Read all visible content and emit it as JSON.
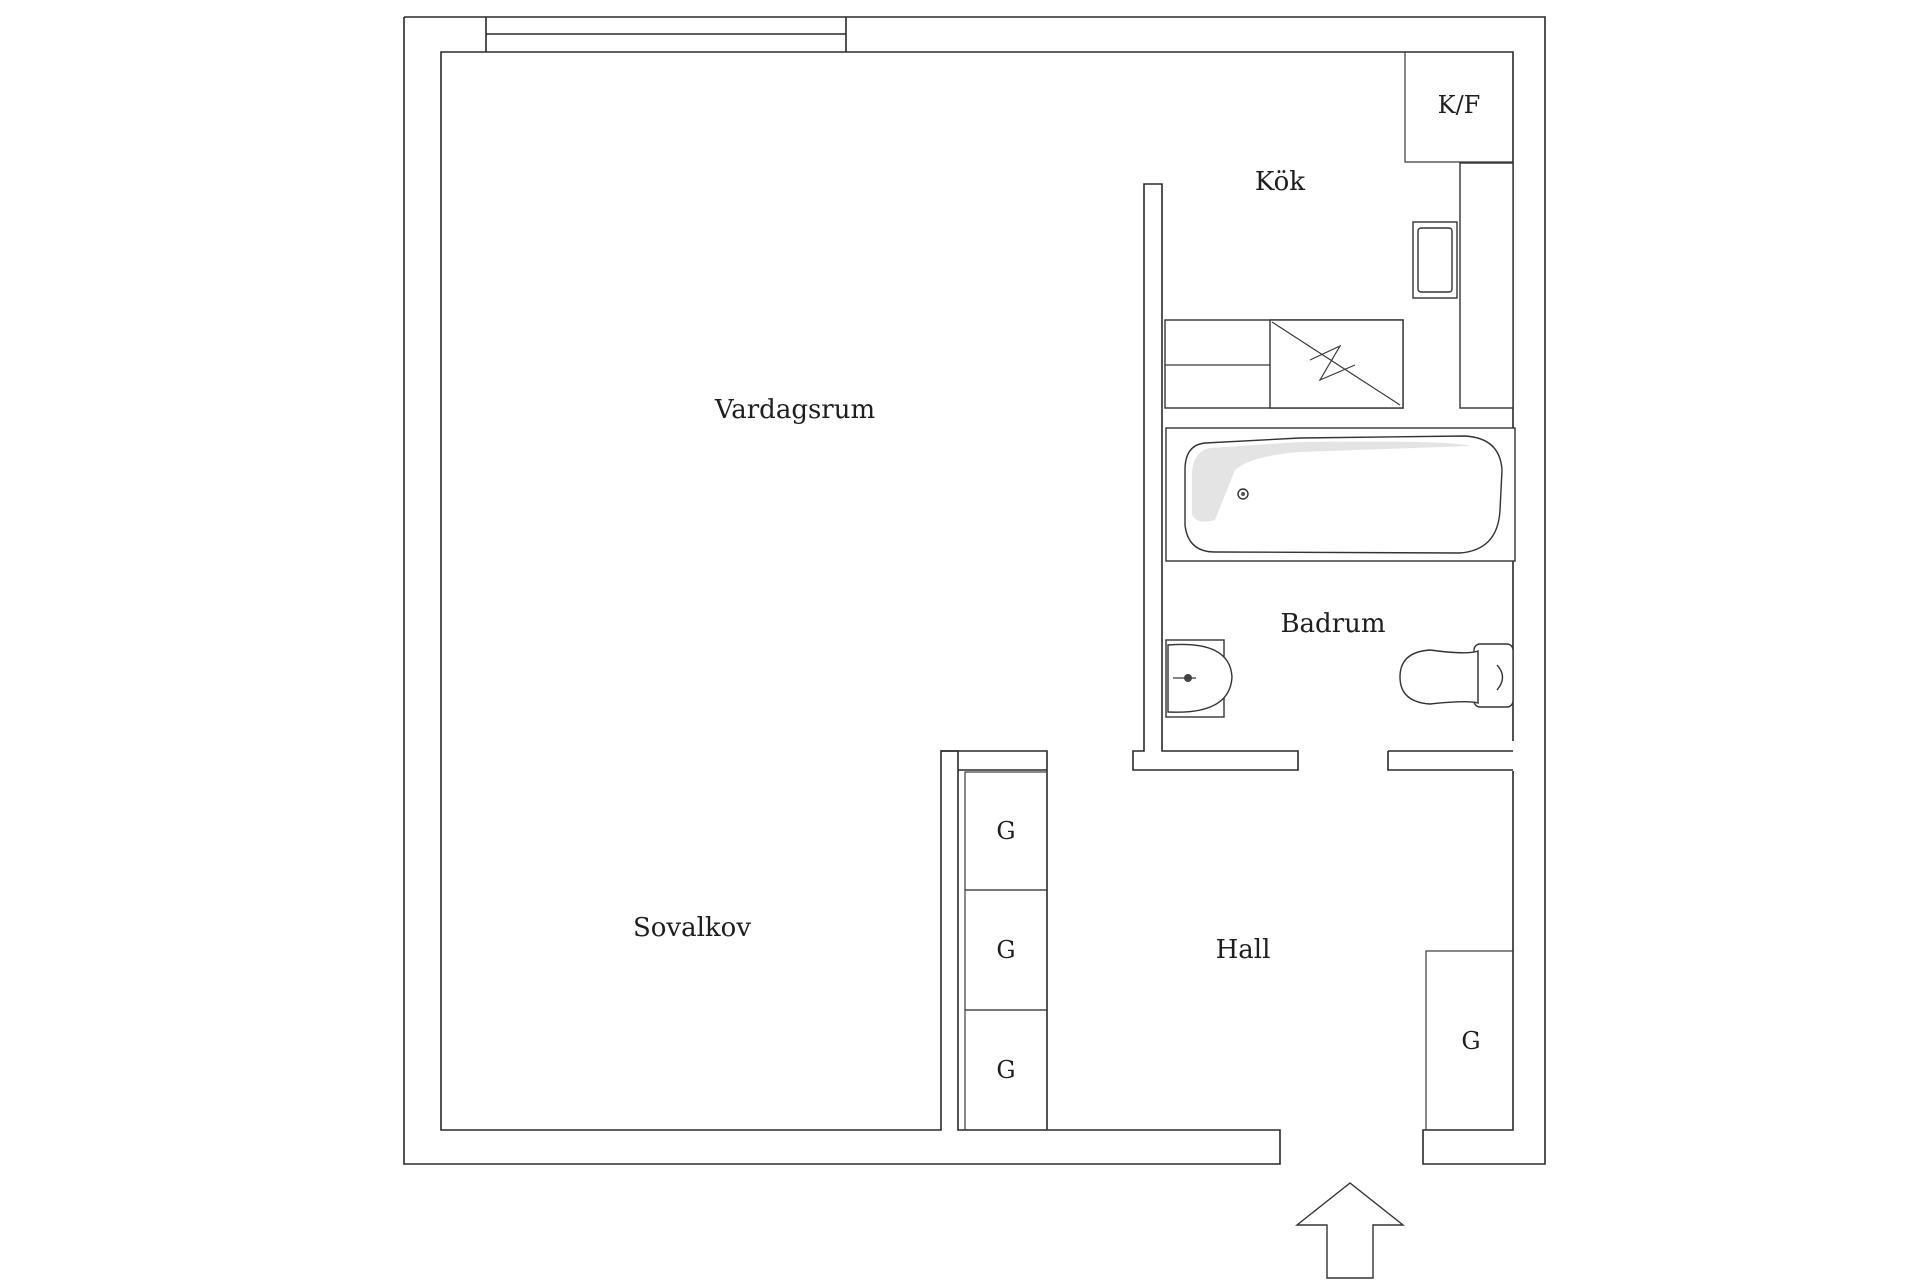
{
  "rooms": {
    "vardagsrum": "Vardagsrum",
    "kok": "Kök",
    "kf": "K/F",
    "badrum": "Badrum",
    "sovalkov": "Sovalkov",
    "hall": "Hall"
  },
  "closets": {
    "g1": "G",
    "g2": "G",
    "g3": "G",
    "g4": "G"
  },
  "icons": {
    "entrance": "entrance-arrow-icon",
    "bathtub": "bathtub-icon",
    "toilet": "toilet-icon",
    "sink": "washbasin-icon",
    "kitchen_sink": "kitchen-sink-icon",
    "stove": "stove-icon"
  },
  "colors": {
    "line": "#2a2a2a",
    "background": "#ffffff",
    "shade": "#e4e4e4"
  }
}
